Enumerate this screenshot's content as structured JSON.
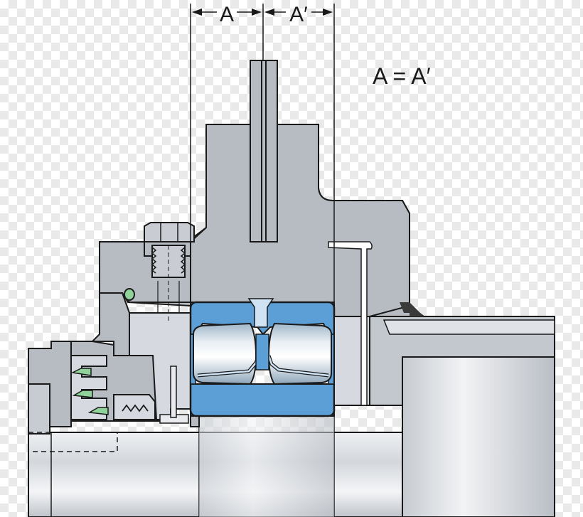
{
  "labels": {
    "dim_left": "A",
    "dim_right": "A′",
    "equation": "A = A′"
  },
  "colors": {
    "housing": "#b7bcc3",
    "housing_light": "#d9dde3",
    "bearing_blue": "#5c9fd6",
    "bearing_light": "#cfe3f4",
    "seal_green": "#8fd39a",
    "outline": "#1a1a1a"
  }
}
